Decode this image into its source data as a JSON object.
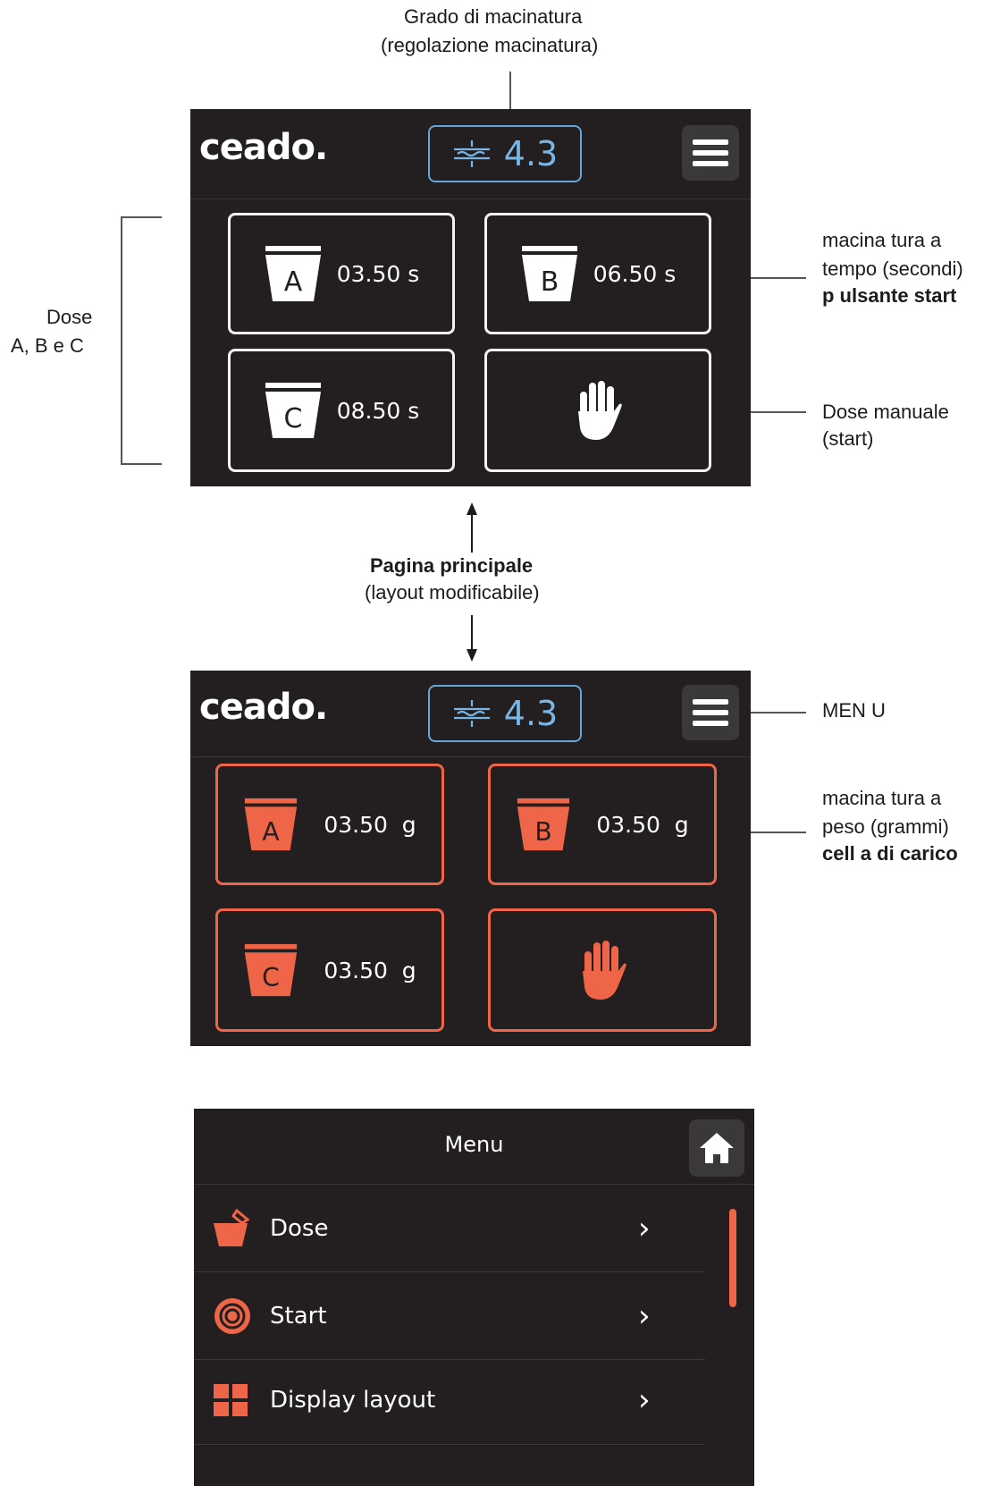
{
  "annotations": {
    "grind_title": "Grado di macinatura",
    "grind_sub": "(regolazione macinatura)",
    "doses_line1": "Dose",
    "doses_line2": "A, B e C",
    "time_line1": "macina tura a",
    "time_line2": "tempo (secondi)",
    "time_line3": "p ulsante start",
    "manual_line1": "Dose manuale",
    "manual_line2": "(start)",
    "main_title": "Pagina principale",
    "main_sub": "(layout modificabile)",
    "menu_label": "MEN U",
    "weight_line1": "macina tura a",
    "weight_line2": "peso (grammi)",
    "weight_line3": "cell a di carico"
  },
  "screen_time": {
    "logo": "ceado.",
    "grind_value": "4.3",
    "tiles": [
      {
        "letter": "A",
        "value": "03.50 s"
      },
      {
        "letter": "B",
        "value": "06.50 s"
      },
      {
        "letter": "C",
        "value": "08.50 s"
      }
    ]
  },
  "screen_weight": {
    "logo": "ceado.",
    "grind_value": "4.3",
    "tiles": [
      {
        "letter": "A",
        "value": "03.50  g"
      },
      {
        "letter": "B",
        "value": "03.50  g"
      },
      {
        "letter": "C",
        "value": "03.50  g"
      }
    ]
  },
  "menu_screen": {
    "title": "Menu",
    "items": [
      {
        "label": "Dose",
        "icon": "dose-cup-icon"
      },
      {
        "label": "Start",
        "icon": "start-target-icon"
      },
      {
        "label": "Display layout",
        "icon": "layout-grid-icon"
      }
    ]
  },
  "colors": {
    "screen_bg": "#231f20",
    "accent_orange": "#ef6548",
    "grind_blue": "#63a6da"
  }
}
